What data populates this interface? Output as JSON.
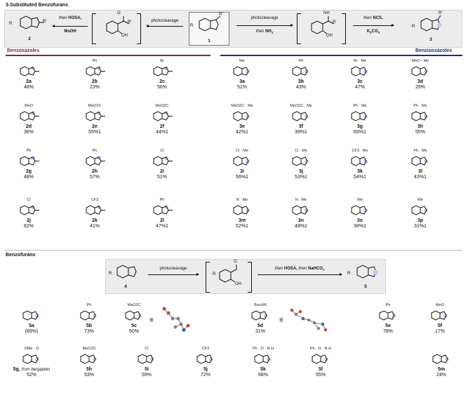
{
  "section1": {
    "title": "3-Substituted Benzofurans"
  },
  "scheme1": {
    "start": {
      "number": "1",
      "r": "R",
      "rprime": "R'"
    },
    "left_step": {
      "label": "photocleavage"
    },
    "left_condition": {
      "pre": "then",
      "rest": "HOSA,",
      "line2": "MsOH"
    },
    "left_product": {
      "number": "2",
      "r": "R",
      "rprime": "R'"
    },
    "left_intermediate": {
      "rprime": "R'",
      "oh": "OH",
      "o": "O"
    },
    "right_step": {
      "label": "photocleavage",
      "pre": "then",
      "rest": "NH",
      "sub": "3"
    },
    "right_intermediate": {
      "rprime": "R'",
      "oh": "OH",
      "nh": "NH"
    },
    "right_condition": {
      "pre": "then",
      "rest": "NCS,",
      "line2_main": "K",
      "line2_sub1": "2",
      "line2_mid": "CO",
      "line2_sub2": "3"
    },
    "right_product": {
      "number": "3",
      "r": "R",
      "rprime": "R'"
    }
  },
  "categories": {
    "left": {
      "label": "Benzoxazoles",
      "color": "#8c1d4b"
    },
    "right": {
      "label": "Benzisoxazoles",
      "color": "#1c2c7a"
    }
  },
  "benzoxazoles": [
    {
      "id": "2a",
      "substituents": "",
      "yield": "48%"
    },
    {
      "id": "2b",
      "substituents": "Ph",
      "yield": "23%"
    },
    {
      "id": "2c",
      "substituents": "Br",
      "yield": "56%"
    },
    {
      "id": "2d",
      "substituents": "MeO",
      "yield": "36%"
    },
    {
      "id": "2e",
      "substituents": "MeO2C",
      "yield": "55%1"
    },
    {
      "id": "2f",
      "substituents": "MeO2C",
      "yield": "44%1"
    },
    {
      "id": "2g",
      "substituents": "Ph",
      "yield": "48%"
    },
    {
      "id": "2h",
      "substituents": "Ph",
      "yield": "57%"
    },
    {
      "id": "2i",
      "substituents": "Cl",
      "yield": "51%"
    },
    {
      "id": "2j",
      "substituents": "Cl",
      "yield": "62%"
    },
    {
      "id": "2k",
      "substituents": "CF3",
      "yield": "41%"
    },
    {
      "id": "2l",
      "substituents": "Ph",
      "yield": "47%1"
    }
  ],
  "benzisoxazoles": [
    {
      "id": "3a",
      "substituents": "Me",
      "yield": "51%"
    },
    {
      "id": "3b",
      "substituents": "Ph",
      "yield": "43%"
    },
    {
      "id": "3c",
      "substituents": "Br · Me",
      "yield": "47%"
    },
    {
      "id": "3d",
      "substituents": "MeO · Me",
      "yield": "29%"
    },
    {
      "id": "3e",
      "substituents": "MeO2C · Me",
      "yield": "42%1"
    },
    {
      "id": "3f",
      "substituents": "MeO2C · Me",
      "yield": "39%1"
    },
    {
      "id": "3g",
      "substituents": "Ph · Me",
      "yield": "65%1"
    },
    {
      "id": "3h",
      "substituents": "Ph · Me",
      "yield": "55%"
    },
    {
      "id": "3i",
      "substituents": "Cl · Me",
      "yield": "56%1"
    },
    {
      "id": "3j",
      "substituents": "Cl · Me",
      "yield": "53%1"
    },
    {
      "id": "3k",
      "substituents": "CF3 · Me",
      "yield": "54%1"
    },
    {
      "id": "3l",
      "substituents": "Ph · Me",
      "yield": "43%1"
    },
    {
      "id": "3m",
      "substituents": "N · Me",
      "yield": "52%1"
    },
    {
      "id": "3n",
      "substituents": "N · Me",
      "yield": "48%1"
    },
    {
      "id": "3o",
      "substituents": "Me",
      "yield": "38%1"
    },
    {
      "id": "3p",
      "substituents": "Me",
      "yield": "31%1"
    }
  ],
  "section2": {
    "title": "Benzofurans"
  },
  "scheme2": {
    "start": {
      "number": "4",
      "r": "R"
    },
    "step": {
      "label": "photocleavage"
    },
    "intermediate": {
      "r": "R",
      "oh": "OH",
      "o": "O"
    },
    "condition": {
      "pre1": "then",
      "mid": "HOSA,",
      "pre2": "then",
      "end": "NaHCO",
      "sub": "3"
    },
    "product": {
      "number": "5",
      "r": "R"
    }
  },
  "benzofurans": [
    {
      "id": "5a",
      "substituents": "",
      "yield": "(69%)"
    },
    {
      "id": "5b",
      "substituents": "Ph",
      "yield": "73%"
    },
    {
      "id": "5c",
      "substituents": "MeO2C",
      "yield": "50%"
    },
    {
      "id": "5d",
      "substituents": "BocHN",
      "yield": "31%"
    },
    {
      "id": "5e",
      "substituents": "Ph",
      "yield": "78%"
    },
    {
      "id": "5f",
      "substituents": "MeO",
      "yield": "17%"
    },
    {
      "id": "5g",
      "substituents": "OMe · O",
      "yield": "52%",
      "note": "from bergapten"
    },
    {
      "id": "5h",
      "substituents": "MeO2S",
      "yield": "53%"
    },
    {
      "id": "5i",
      "substituents": "Cl",
      "yield": "59%"
    },
    {
      "id": "5j",
      "substituents": "CF3",
      "yield": "72%"
    },
    {
      "id": "5k",
      "substituents": "Ph · O · N H",
      "yield": "68%"
    },
    {
      "id": "5l",
      "substituents": "Ph · O · N H",
      "yield": "55%"
    },
    {
      "id": "5m",
      "substituents": "",
      "yield": "24%"
    }
  ],
  "xray": {
    "equiv_symbol": "≡"
  }
}
